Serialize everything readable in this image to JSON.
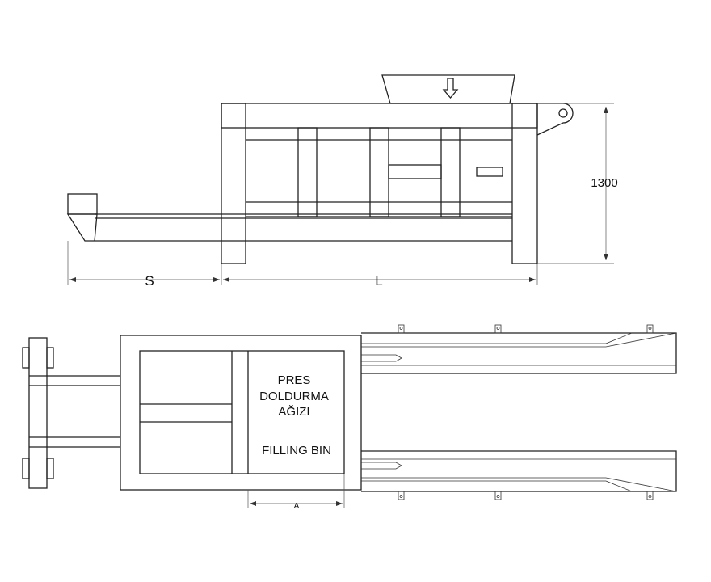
{
  "dimensions": {
    "height": "1300",
    "s": "S",
    "l": "L",
    "a": "A"
  },
  "labels": {
    "line1": "PRES",
    "line2": "DOLDURMA",
    "line3": "AĞIZI",
    "line4": "FILLING BIN"
  }
}
